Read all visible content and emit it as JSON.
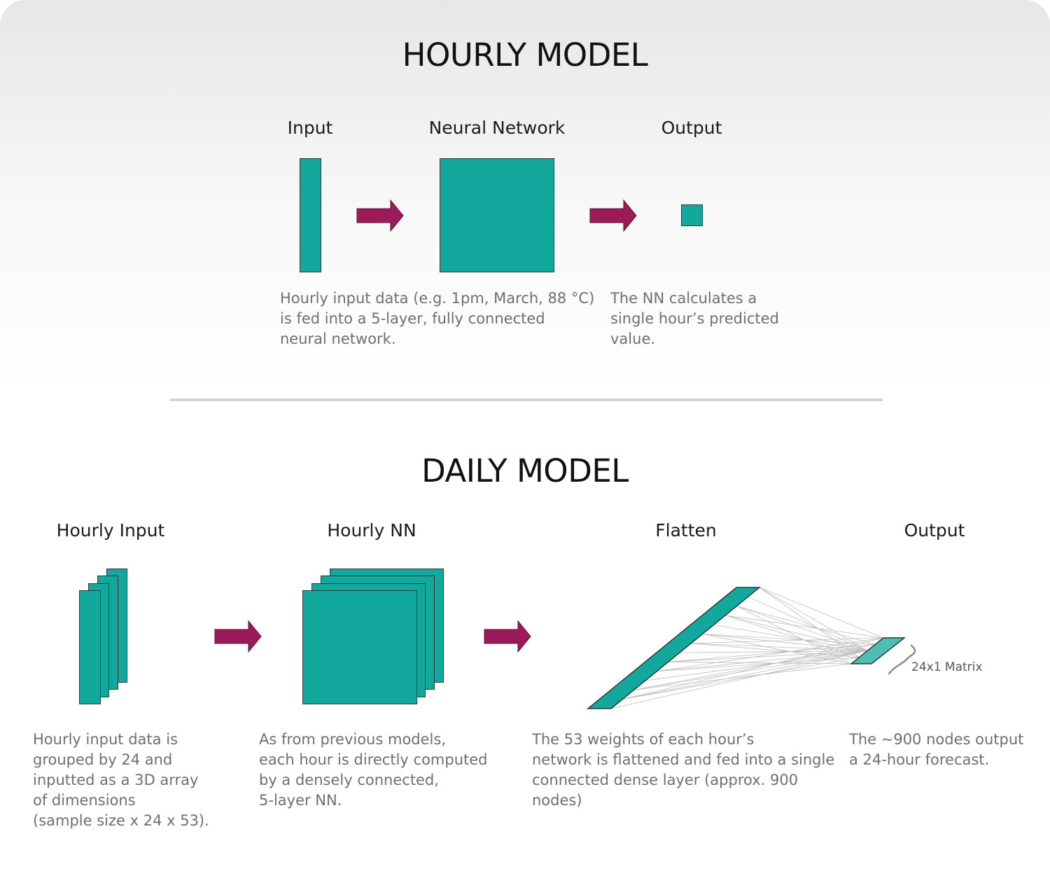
{
  "hourly": {
    "title": "HOURLY MODEL",
    "labels": {
      "input": "Input",
      "network": "Neural Network",
      "output": "Output"
    },
    "input_desc": [
      "Hourly input data (e.g. 1pm, March, 88 °C)",
      "is fed into a 5-layer, fully connected",
      "neural network."
    ],
    "output_desc": [
      "The NN calculates a",
      "single hour’s predicted",
      "value."
    ]
  },
  "daily": {
    "title": "DAILY MODEL",
    "labels": {
      "input": "Hourly Input",
      "nn": "Hourly NN",
      "flatten": "Flatten",
      "output": "Output"
    },
    "matrix_label": "24x1 Matrix",
    "input_desc": [
      "Hourly input data is",
      "grouped by 24 and",
      "inputted as a 3D array",
      "of dimensions",
      "(sample size x 24 x 53)."
    ],
    "nn_desc": [
      "As from previous models,",
      "each hour is directly computed",
      "by a densely connected,",
      "5-layer NN."
    ],
    "flatten_desc": [
      "The 53 weights of each hour’s",
      "network is flattened and fed into a single",
      "connected dense layer (approx. 900",
      "nodes)"
    ],
    "output_desc": [
      "The ~900 nodes output",
      "a 24-hour forecast."
    ]
  },
  "colors": {
    "teal": "#12a89e",
    "arrow": "#9b1b5a",
    "divider": "#d4d4d4",
    "light_teal": "#4fbdb3"
  }
}
